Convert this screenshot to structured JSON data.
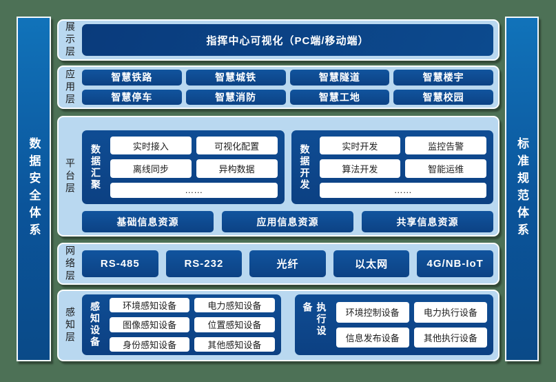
{
  "colors": {
    "background_green": "#4d7156",
    "panel_light_blue": "#b9d8f0",
    "pill_dark_blue": "#0f4e95",
    "big_pill_navy": "#0a3b7c",
    "pillar_blue": "#0d5ea6",
    "white_pill": "#ffffff"
  },
  "pillars": {
    "left": "数据安全体系",
    "right": "标准规范体系"
  },
  "layers": {
    "display": {
      "label": "展示层",
      "item": "指挥中心可视化（PC端/移动端）"
    },
    "application": {
      "label": "应用层",
      "items": [
        "智慧铁路",
        "智慧城铁",
        "智慧隧道",
        "智慧楼宇",
        "智慧停车",
        "智慧消防",
        "智慧工地",
        "智慧校园"
      ]
    },
    "platform": {
      "label": "平台层",
      "groups": [
        {
          "label": "数据汇聚",
          "items": [
            "实时接入",
            "可视化配置",
            "离线同步",
            "异构数据",
            "……"
          ]
        },
        {
          "label": "数据开发",
          "items": [
            "实时开发",
            "监控告警",
            "算法开发",
            "智能运维",
            "……"
          ]
        }
      ],
      "resources": [
        "基础信息资源",
        "应用信息资源",
        "共享信息资源"
      ]
    },
    "network": {
      "label": "网络层",
      "items": [
        "RS-485",
        "RS-232",
        "光纤",
        "以太网",
        "4G/NB-IoT"
      ]
    },
    "perception": {
      "label": "感知层",
      "groups": [
        {
          "label": "感知设备",
          "items": [
            "环境感知设备",
            "电力感知设备",
            "图像感知设备",
            "位置感知设备",
            "身份感知设备",
            "其他感知设备"
          ]
        },
        {
          "label": "执行设备",
          "items": [
            "环境控制设备",
            "电力执行设备",
            "信息发布设备",
            "其他执行设备"
          ]
        }
      ]
    }
  }
}
